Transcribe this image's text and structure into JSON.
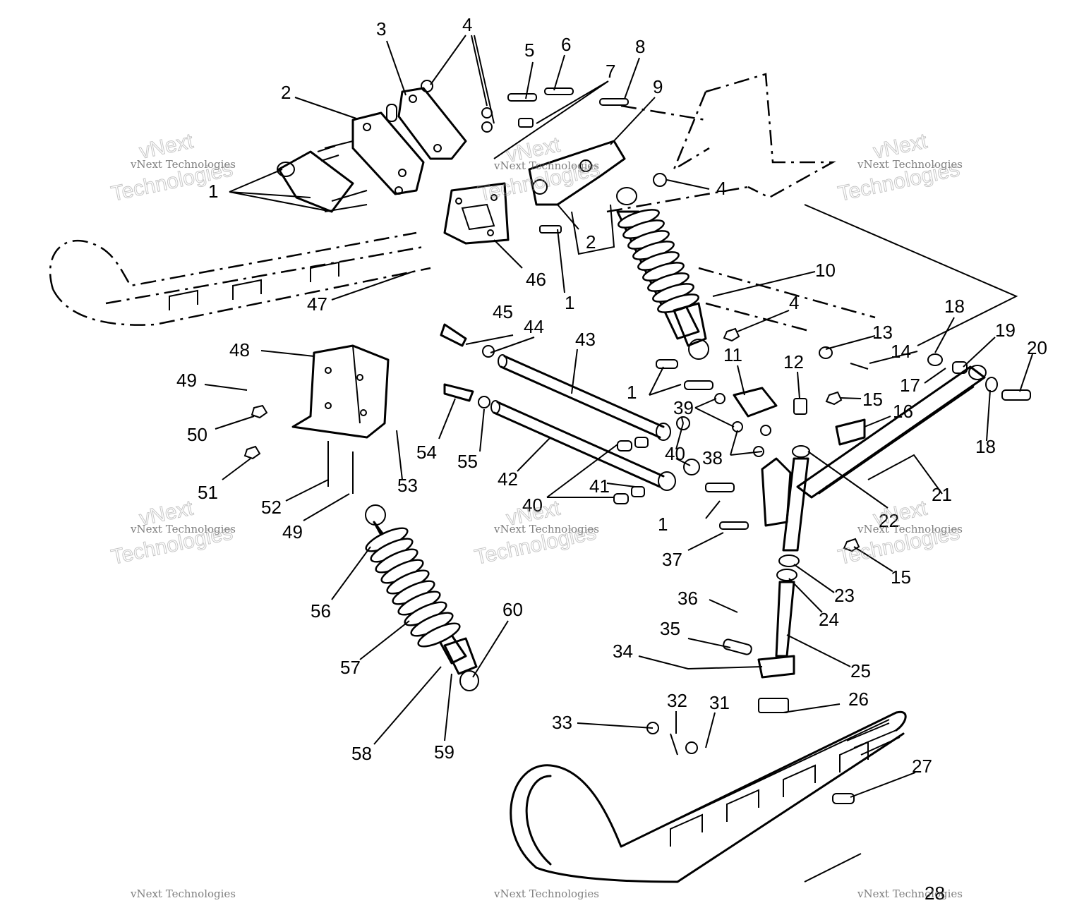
{
  "watermark": {
    "line1": "vNext",
    "line2": "vNext Technologies",
    "line3": "Technologies"
  },
  "callouts": [
    "1",
    "2",
    "3",
    "4",
    "5",
    "6",
    "7",
    "8",
    "9",
    "10",
    "11",
    "12",
    "13",
    "14",
    "15",
    "16",
    "17",
    "18",
    "19",
    "20",
    "21",
    "22",
    "23",
    "24",
    "25",
    "26",
    "27",
    "28",
    "31",
    "32",
    "33",
    "34",
    "35",
    "36",
    "37",
    "38",
    "39",
    "40",
    "41",
    "42",
    "43",
    "44",
    "45",
    "46",
    "47",
    "48",
    "49",
    "50",
    "51",
    "52",
    "53",
    "54",
    "55",
    "56",
    "57",
    "58",
    "59",
    "60"
  ]
}
